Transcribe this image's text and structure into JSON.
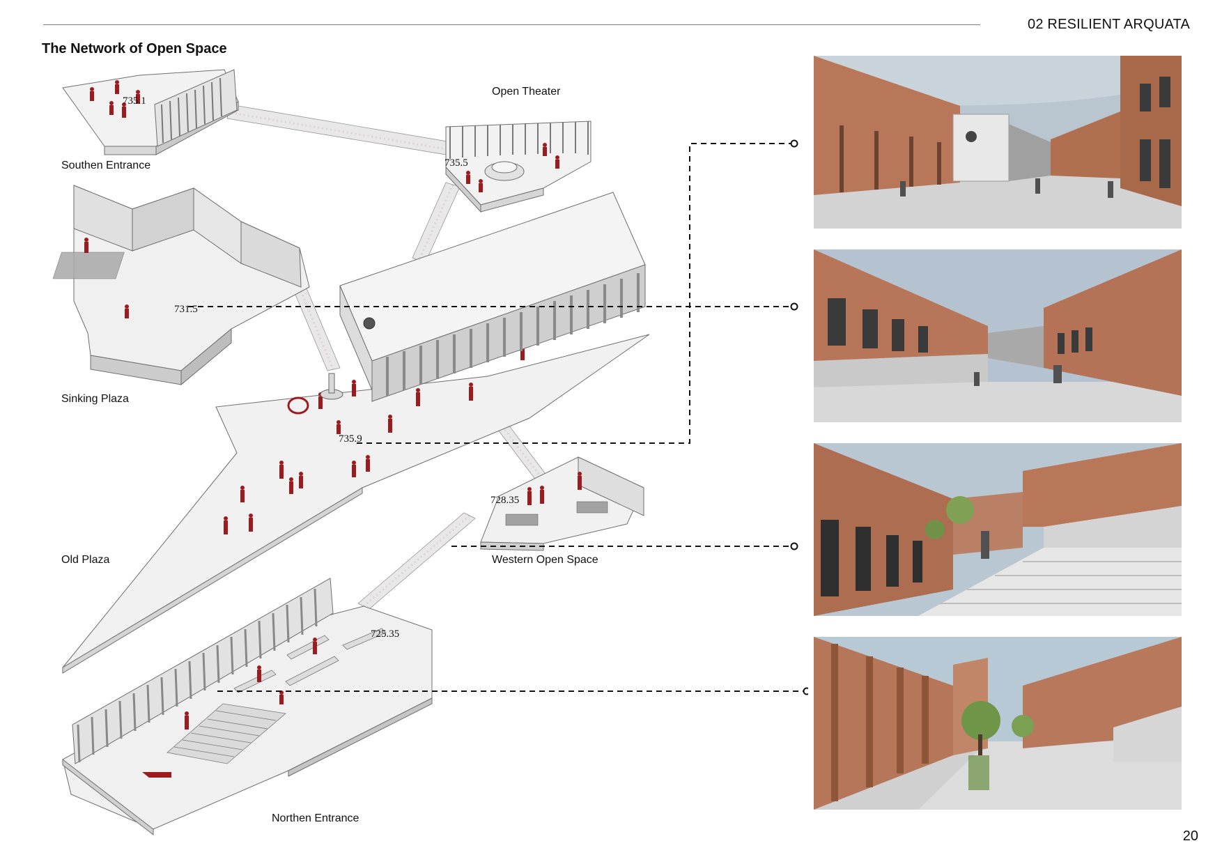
{
  "header": {
    "title": "02 RESILIENT ARQUATA"
  },
  "page": {
    "title": "The Network of Open Space",
    "number": "20"
  },
  "areas": {
    "southen_entrance": "Southen Entrance",
    "open_theater": "Open Theater",
    "sinking_plaza": "Sinking Plaza",
    "old_plaza": "Old Plaza",
    "western_open_space": "Western Open Space",
    "northen_entrance": "Northen Entrance"
  },
  "elevations": {
    "southen_entrance": "735.1",
    "open_theater": "735.5",
    "sinking_plaza": "731.5",
    "old_plaza": "735.9",
    "western_open_space": "728.35",
    "northen_entrance": "725.35"
  },
  "colors": {
    "accent_red": "#9b1b1f",
    "brick": "#b77758",
    "sky": "#b9c6d0",
    "ground": "#dcdcdc",
    "model_fill": "#efefef",
    "model_stroke": "#6e6e6e"
  },
  "renders": [
    {
      "view": "arcade-street-with-white-gate"
    },
    {
      "view": "sunken-courtyard-street"
    },
    {
      "view": "stepped-street-with-trees"
    },
    {
      "view": "colonnade-street-with-trees"
    }
  ]
}
